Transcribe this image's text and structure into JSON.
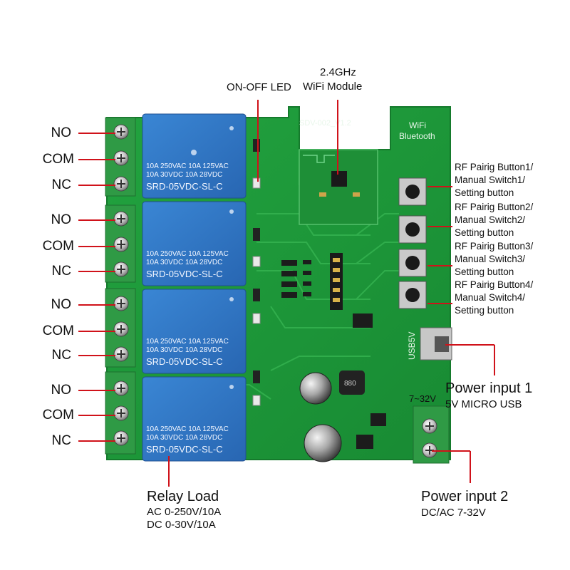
{
  "relay_terminals": [
    {
      "no": "NO",
      "com": "COM",
      "nc": "NC"
    },
    {
      "no": "NO",
      "com": "COM",
      "nc": "NC"
    },
    {
      "no": "NO",
      "com": "COM",
      "nc": "NC"
    },
    {
      "no": "NO",
      "com": "COM",
      "nc": "NC"
    }
  ],
  "relay_print": {
    "rating1": "10A 250VAC  10A 125VAC",
    "rating2": "10A  30VDC  10A  28VDC",
    "model": "SRD-05VDC-SL-C"
  },
  "board": {
    "version": "SDV-002_V1.2",
    "wifi": "WiFi",
    "bluetooth": "Bluetooth",
    "usb5v": "USB5V",
    "input_voltage": "7~32V"
  },
  "callouts": {
    "onoff_led": "ON-OFF LED",
    "wifi_freq": "2.4GHz",
    "wifi_module": "WiFi Module",
    "buttons": [
      [
        "RF Pairig Button1/",
        "Manual Switch1/",
        "Setting button"
      ],
      [
        "RF Pairig Button2/",
        "Manual Switch2/",
        "Setting button"
      ],
      [
        "RF Pairig Button3/",
        "Manual Switch3/",
        "Setting button"
      ],
      [
        "RF Pairig Button4/",
        "Manual Switch4/",
        "Setting button"
      ]
    ],
    "power1_title": "Power input 1",
    "power1_sub": "5V MICRO USB",
    "power2_title": "Power input 2",
    "power2_sub": "DC/AC 7-32V",
    "relay_load_title": "Relay Load",
    "relay_load_ac": "AC 0-250V/10A",
    "relay_load_dc": "DC 0-30V/10A"
  },
  "colors": {
    "pcb": "#1f9a3a",
    "terminal": "#2f9a45",
    "relay": "#2f78c8",
    "callout_line": "#d0121a"
  }
}
